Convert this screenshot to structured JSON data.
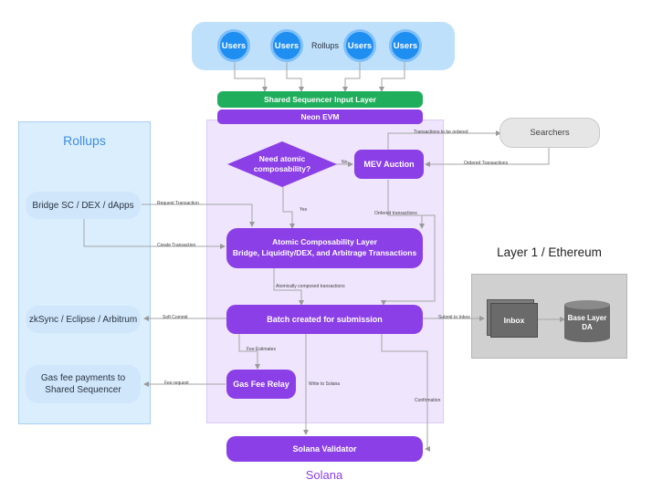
{
  "top": {
    "users": [
      "Users",
      "Users",
      "Users",
      "Users"
    ],
    "rollups_label": "Rollups"
  },
  "bars": {
    "shared_sequencer": "Shared Sequencer Input Layer",
    "neon_evm": "Neon EVM"
  },
  "left_panel": {
    "title": "Rollups",
    "items": [
      "Bridge SC / DEX / dApps",
      "zkSync / Eclipse / Arbitrum",
      "Gas fee payments to Shared Sequencer"
    ]
  },
  "center": {
    "decision": "Need atomic composability?",
    "mev_auction": "MEV Auction",
    "searchers": "Searchers",
    "atomic_title": "Atomic Composability Layer",
    "atomic_sub": "Bridge, Liquidity/DEX, and Arbitrage Transactions",
    "batch": "Batch created for submission",
    "gas_relay": "Gas Fee Relay",
    "validator": "Solana Validator",
    "solana_label": "Solana"
  },
  "right_panel": {
    "title": "Layer 1 / Ethereum",
    "inbox": "Inbox",
    "base_da": "Base Layer DA"
  },
  "edge_labels": {
    "to_be_ordered": "Transactions to be ordered",
    "no": "No",
    "ordered_tx": "Ordered Transactions",
    "request_tx": "Request Transaction",
    "yes": "Yes",
    "ordered_transactions": "Ordered transactions",
    "create_tx": "Create Transaction",
    "atomically": "Atomically composed transactions",
    "soft_commit": "Soft Commit",
    "submit_inbox": "Submit to Inbox",
    "fee_estimates": "Fee Estimates",
    "fee_request": "Fee request",
    "write_solana": "Write to Solana",
    "confirmation": "Confirmation"
  },
  "colors": {
    "purple": "#8b3fe6",
    "green": "#1fae5b",
    "user_blue": "#1e8ef0",
    "panel_blue": "#dbeefd",
    "solana_panel": "#efe5fc",
    "gray_panel": "#cfcfcf"
  }
}
